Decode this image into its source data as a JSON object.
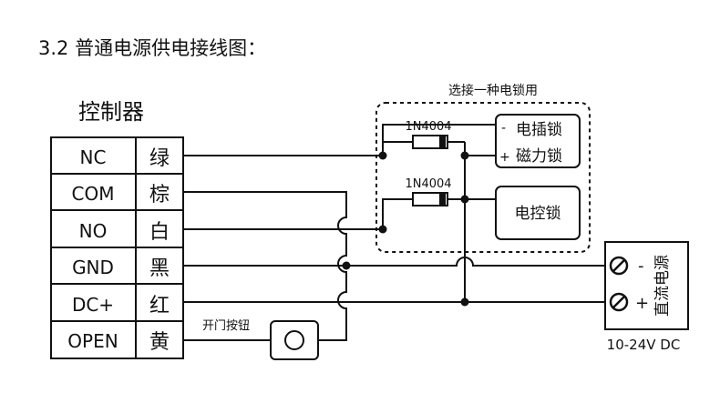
{
  "section_title": "3.2 普通电源供电接线图：",
  "controller": {
    "title": "控制器",
    "rows": [
      {
        "terminal": "NC",
        "color": "绿"
      },
      {
        "terminal": "COM",
        "color": "棕"
      },
      {
        "terminal": "NO",
        "color": "白"
      },
      {
        "terminal": "GND",
        "color": "黑"
      },
      {
        "terminal": "DC+",
        "color": "红"
      },
      {
        "terminal": "OPEN",
        "color": "黄"
      }
    ]
  },
  "lock_group": {
    "label": "选接一种电锁用",
    "electric_bolt_lock": {
      "line1": "电插锁",
      "line2": "磁力锁",
      "minus": "-",
      "plus": "+"
    },
    "electric_control_lock": {
      "label": "电控锁"
    },
    "diode_1": "1N4004",
    "diode_2": "1N4004"
  },
  "open_button": {
    "label": "开门按钮"
  },
  "power_supply": {
    "label": "直流电源",
    "minus": "-",
    "plus": "+",
    "voltage": "10-24V DC"
  },
  "colors": {
    "line": "#111111",
    "background": "#ffffff"
  }
}
